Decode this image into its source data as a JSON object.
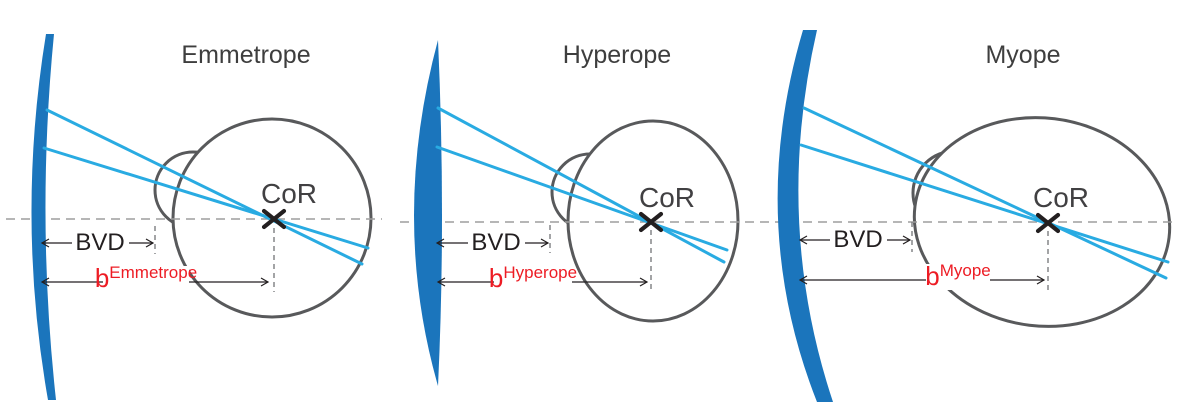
{
  "colors": {
    "lens_blue": "#1b75bc",
    "ray_cyan": "#29abe2",
    "eye_outline": "#58595b",
    "axis_dash": "#9d9d9d",
    "vert_dash": "#7c7d80",
    "dimension_line": "#231f20",
    "label_red": "#ed1c24",
    "text_dark": "#3e3e3e",
    "cor_text": "#414042",
    "background": "#ffffff"
  },
  "panels": [
    {
      "title": "Emmetrope",
      "cor_label": "CoR",
      "bvd_label": "BVD",
      "b_label_base": "b",
      "b_label_sup": "Emmetrope"
    },
    {
      "title": "Hyperope",
      "cor_label": "CoR",
      "bvd_label": "BVD",
      "b_label_base": "b",
      "b_label_sup": "Hyperope"
    },
    {
      "title": "Myope",
      "cor_label": "CoR",
      "bvd_label": "BVD",
      "b_label_base": "b",
      "b_label_sup": "Myope"
    }
  ]
}
